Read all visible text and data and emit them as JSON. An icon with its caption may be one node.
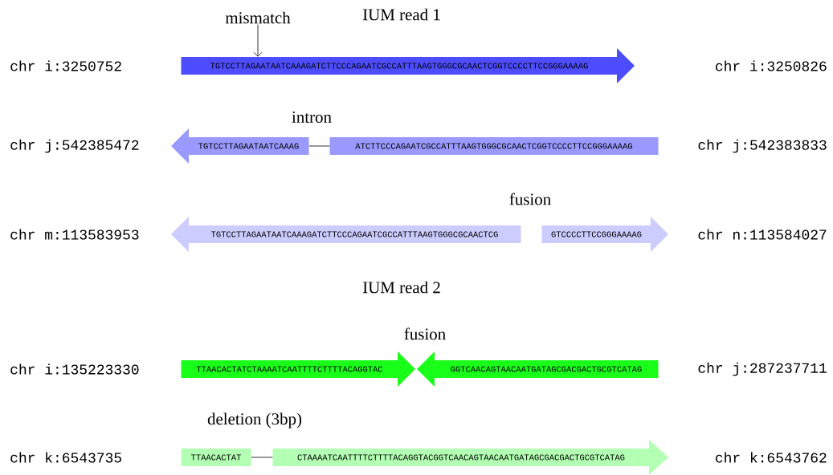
{
  "diagram": {
    "nodes": [
      {
        "text": [
          "mismatch"
        ]
      },
      {
        "text": [
          "TGTCCTTAGAATAATCAAAGATCTTCCCAGAATCGCCATTTAAGTGGGCGCAACTCGGTCCCCTTCCGGGAAAAG"
        ]
      },
      {
        "text": [
          "TGTCCTTAGAATAATCAAAG"
        ]
      },
      {
        "text": [
          "ATCTTCCCAGAATCGCCATTTAAGTGGGCGCAACTCGGTCCCCTTCCGGGAAAAG"
        ]
      },
      {
        "text": [
          "TGTCCTTAGAATAATCAAAGATCTTCCCAGAATCGCCATTTAAGTGGGCGCAACTCG"
        ]
      },
      {
        "text": [
          "GTCCCCTTCCGGGAAAAG"
        ]
      },
      {
        "text": [
          "TTAACACTATCTAAAATCAATTTTCTTTTACAGGTAC"
        ]
      },
      {
        "text": [
          "GGTCAACAGTAACAATGATAGCGACGACTGCGTCATAG"
        ]
      },
      {
        "text": [
          "TTAACACTAT"
        ]
      },
      {
        "text": [
          "CTAAAATCAATTTTCTTTTACAGGTACGGTCAACAGTAACAATGATAGCGACGACTGCGTCATAG"
        ]
      }
    ],
    "edges": [
      {
        "from": 0,
        "to": 1,
        "arrow": "to"
      },
      {
        "from": 2,
        "to": 3,
        "arrow": "none"
      },
      {
        "from": 8,
        "to": 9,
        "arrow": "none"
      }
    ],
    "labels": [
      "IUM read 1",
      "chr i:3250752",
      "chr i:3250826",
      "intron",
      "chr j:542385472",
      "chr j:542383833",
      "fusion",
      "chr m:113583953",
      "chr n:113584027",
      "IUM read 2",
      "fusion",
      "chr i:135223330",
      "chr j:287237711",
      "deletion (3bp)",
      "chr k:6543735",
      "chr k:6543762"
    ]
  }
}
